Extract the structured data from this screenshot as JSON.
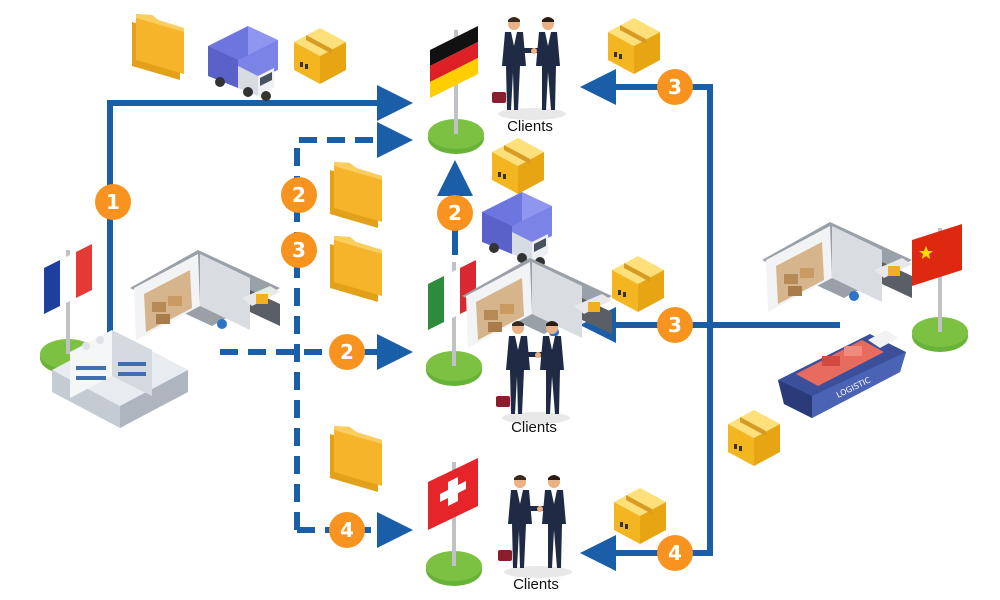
{
  "colors": {
    "arrow": "#1a5ea8",
    "badge": "#f7931e",
    "folder": "#f5b42a",
    "box": "#f8c22c",
    "truck_cargo": "#7b83e6",
    "ground": "#7cc142",
    "suit": "#1f2a44"
  },
  "clients": [
    {
      "label": "Clients"
    },
    {
      "label": "Clients"
    },
    {
      "label": "Clients"
    }
  ],
  "badges": [
    {
      "number": "1"
    },
    {
      "number": "2"
    },
    {
      "number": "3"
    },
    {
      "number": "2"
    },
    {
      "number": "2"
    },
    {
      "number": "4"
    },
    {
      "number": "3"
    },
    {
      "number": "3"
    },
    {
      "number": "4"
    }
  ],
  "flags": [
    "france",
    "germany",
    "italy",
    "switzerland",
    "china"
  ],
  "icons": [
    "folder-icon",
    "truck-icon",
    "box-icon",
    "warehouse-icon",
    "factory-icon",
    "cargo-ship-icon",
    "handshake-icon"
  ],
  "ship_label": "LOGISTIC"
}
